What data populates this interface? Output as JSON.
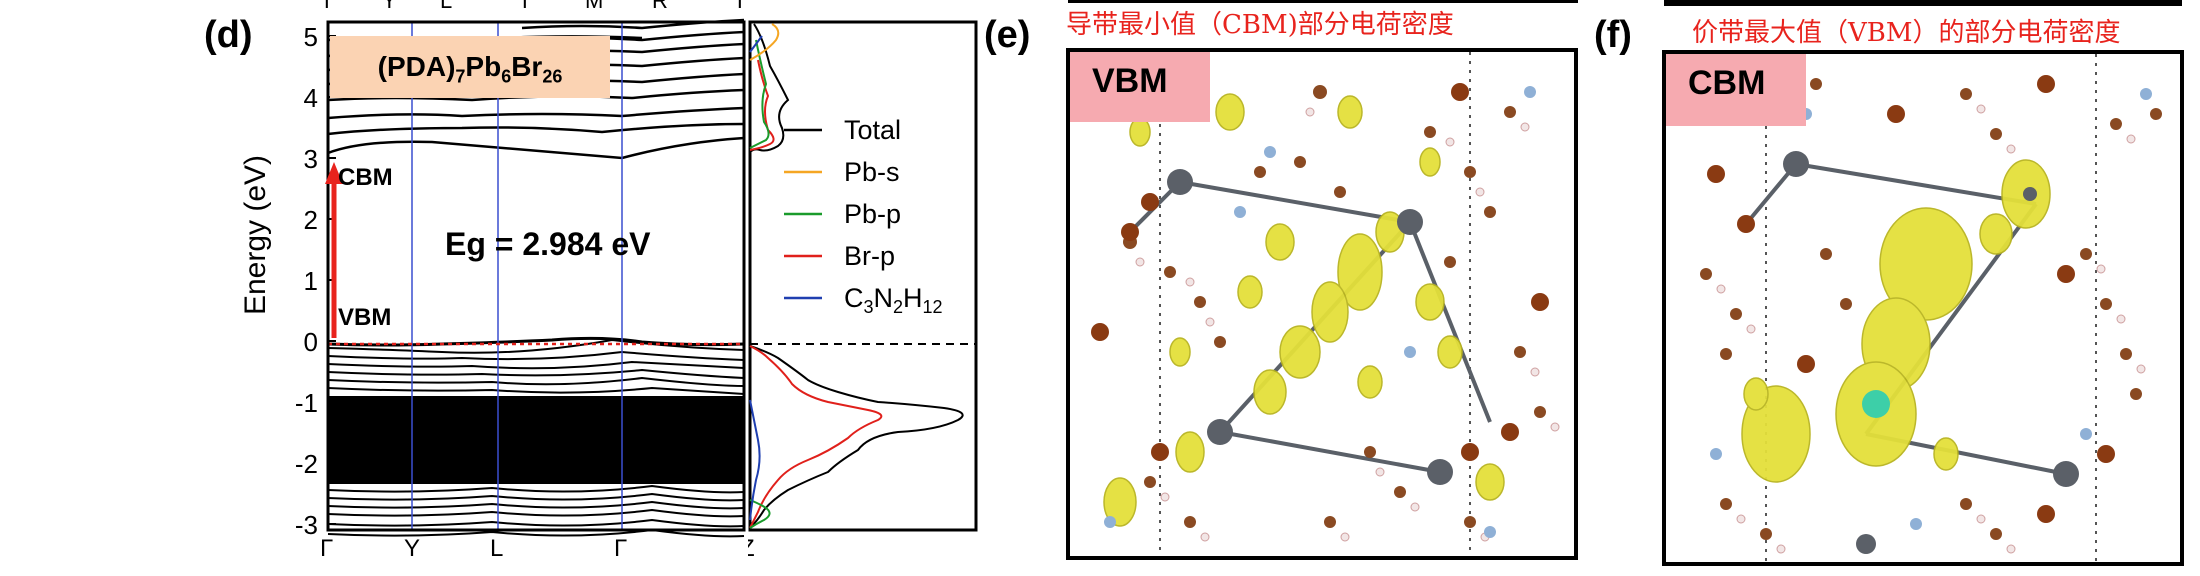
{
  "panel_d": {
    "label": "(d)",
    "compound_main": "(PDA)",
    "compound_sub1": "7",
    "compound_mid": "Pb",
    "compound_sub2": "6",
    "compound_end": "Br",
    "compound_sub3": "26",
    "ylabel": "Energy (eV)",
    "y_ticks": [
      "5",
      "4",
      "3",
      "2",
      "1",
      "0",
      "-1",
      "-2",
      "-3"
    ],
    "k_labels": [
      "Γ",
      "Y",
      "L",
      "Γ",
      "Z"
    ],
    "top_k_labels": [
      "Γ",
      "Y",
      "L",
      "Γ",
      "M",
      "R",
      "Γ"
    ],
    "cbm_label": "CBM",
    "vbm_label": "VBM",
    "gap_label": "Eg = 2.984 eV",
    "legend": [
      "Total",
      "Pb-s",
      "Pb-p",
      "Br-p",
      "C"
    ],
    "legend_formula": {
      "c": "C",
      "c_sub": "3",
      "n": "N",
      "n_sub": "2",
      "h": "H",
      "h_sub": "12"
    },
    "colors": {
      "total": "#000000",
      "pbs": "#f5a623",
      "pbp": "#1a9b2b",
      "brp": "#e0201b",
      "cnh": "#1f3fb0",
      "arrow": "#e8231d",
      "kline": "#3a4fcf"
    }
  },
  "panel_e": {
    "label": "(e)",
    "caption": "导带最小值（CBM)部分电荷密度",
    "tag": "VBM"
  },
  "panel_f": {
    "label": "(f)",
    "caption": "价带最大值（VBM）的部分电荷密度",
    "tag": "CBM"
  },
  "icons": [
    "band-structure-plot",
    "dos-plot",
    "charge-density-structure-icon"
  ]
}
